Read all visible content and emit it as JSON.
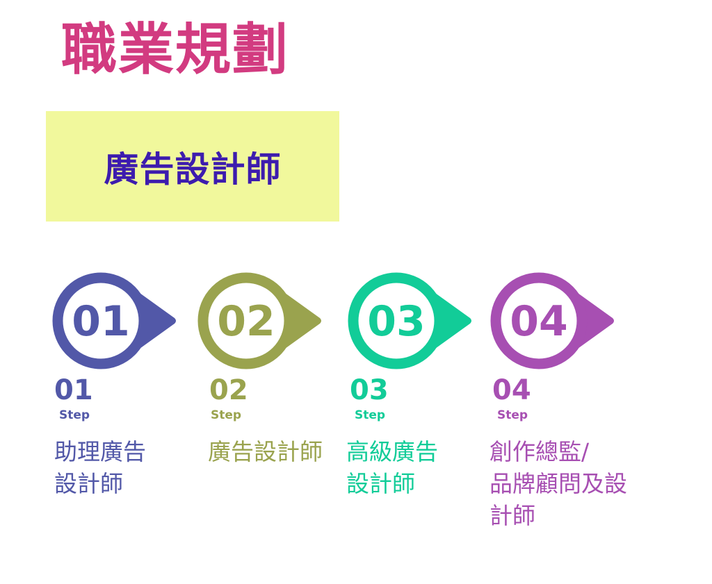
{
  "title": "職業規劃",
  "role_box": {
    "label": "廣告設計師"
  },
  "steps": [
    {
      "number": "01",
      "word": "Step",
      "lines": [
        "助理廣告",
        "設計師"
      ],
      "color": "#5258a8"
    },
    {
      "number": "02",
      "word": "Step",
      "lines": [
        "廣告設計師"
      ],
      "color": "#9aa34e"
    },
    {
      "number": "03",
      "word": "Step",
      "lines": [
        "高級廣告",
        "設計師"
      ],
      "color": "#12cc98"
    },
    {
      "number": "04",
      "word": "Step",
      "lines": [
        "創作總監/",
        "品牌顧問及設",
        "計師"
      ],
      "color": "#a74fb2"
    }
  ],
  "colors": {
    "title": "#d23b80",
    "role_box_bg": "#f1f89c",
    "role_box_text": "#3d1cae",
    "background": "#ffffff"
  }
}
